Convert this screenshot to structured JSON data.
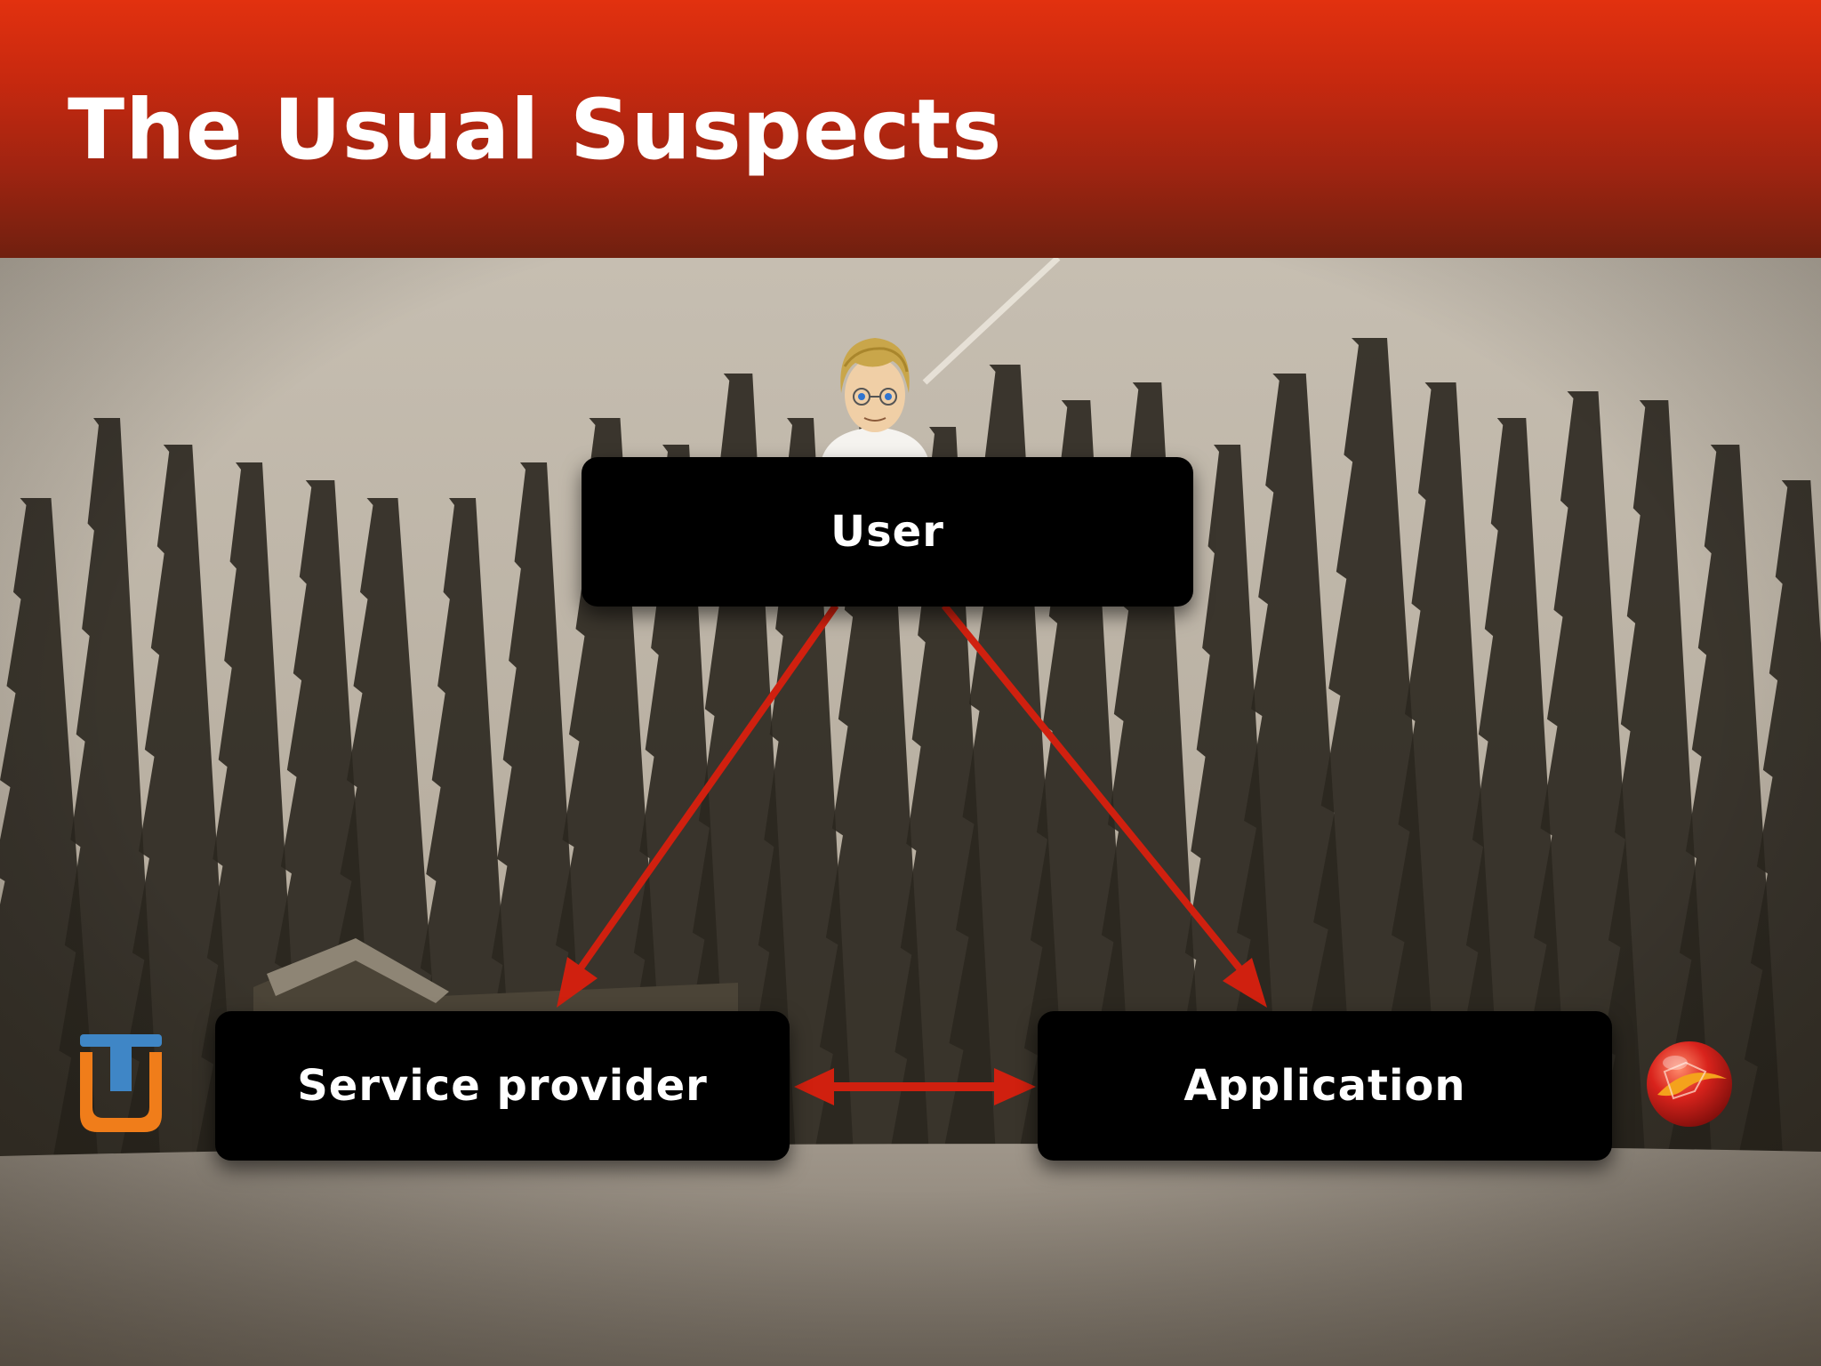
{
  "slide": {
    "title": "The Usual Suspects"
  },
  "diagram": {
    "nodes": {
      "user": {
        "label": "User",
        "icon": "user-avatar-icon"
      },
      "service_provider": {
        "label": "Service provider",
        "icon": "service-provider-logo-icon"
      },
      "application": {
        "label": "Application",
        "icon": "application-globe-logo-icon"
      }
    },
    "edges": [
      {
        "from": "user",
        "to": "service_provider",
        "direction": "forward"
      },
      {
        "from": "user",
        "to": "application",
        "direction": "forward"
      },
      {
        "from": "service_provider",
        "to": "application",
        "direction": "both"
      }
    ]
  },
  "colors": {
    "header_top": "#e2310f",
    "header_bottom": "#70200f",
    "arrow": "#d0200f",
    "node_fill": "#000000",
    "node_text": "#ffffff",
    "background_sepia": "#b9ae9c",
    "sp_logo_blue": "#3f86c6",
    "sp_logo_orange": "#f07d1a",
    "app_logo_red": "#d9231c",
    "app_logo_orange": "#f4a21c"
  },
  "background": {
    "description_icon": "snowy-forest-photo"
  }
}
